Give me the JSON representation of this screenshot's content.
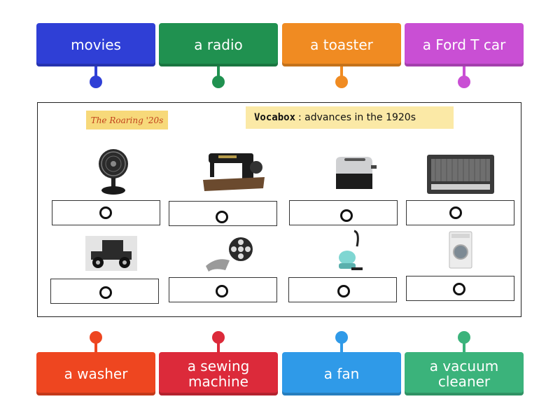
{
  "top_labels": [
    {
      "text": "movies",
      "color": "#2f3fd6"
    },
    {
      "text": "a radio",
      "color": "#209150"
    },
    {
      "text": "a toaster",
      "color": "#f08b22"
    },
    {
      "text": "a Ford T car",
      "color": "#c94fd4"
    }
  ],
  "bottom_labels": [
    {
      "text": "a washer",
      "color": "#ee4620"
    },
    {
      "text": "a sewing machine",
      "color": "#dc2a3a"
    },
    {
      "text": "a fan",
      "color": "#2f9ae8"
    },
    {
      "text": "a vacuum cleaner",
      "color": "#3bb37b"
    }
  ],
  "sheet": {
    "badge": "The Roaring '20s",
    "vocab_word": "Vocabox",
    "vocab_rest": ": advances in the 1920s"
  },
  "pictures": [
    "fan-icon",
    "sewing-machine-icon",
    "toaster-icon",
    "radio-icon",
    "car-icon",
    "film-reel-icon",
    "vacuum-icon",
    "washing-machine-icon"
  ]
}
